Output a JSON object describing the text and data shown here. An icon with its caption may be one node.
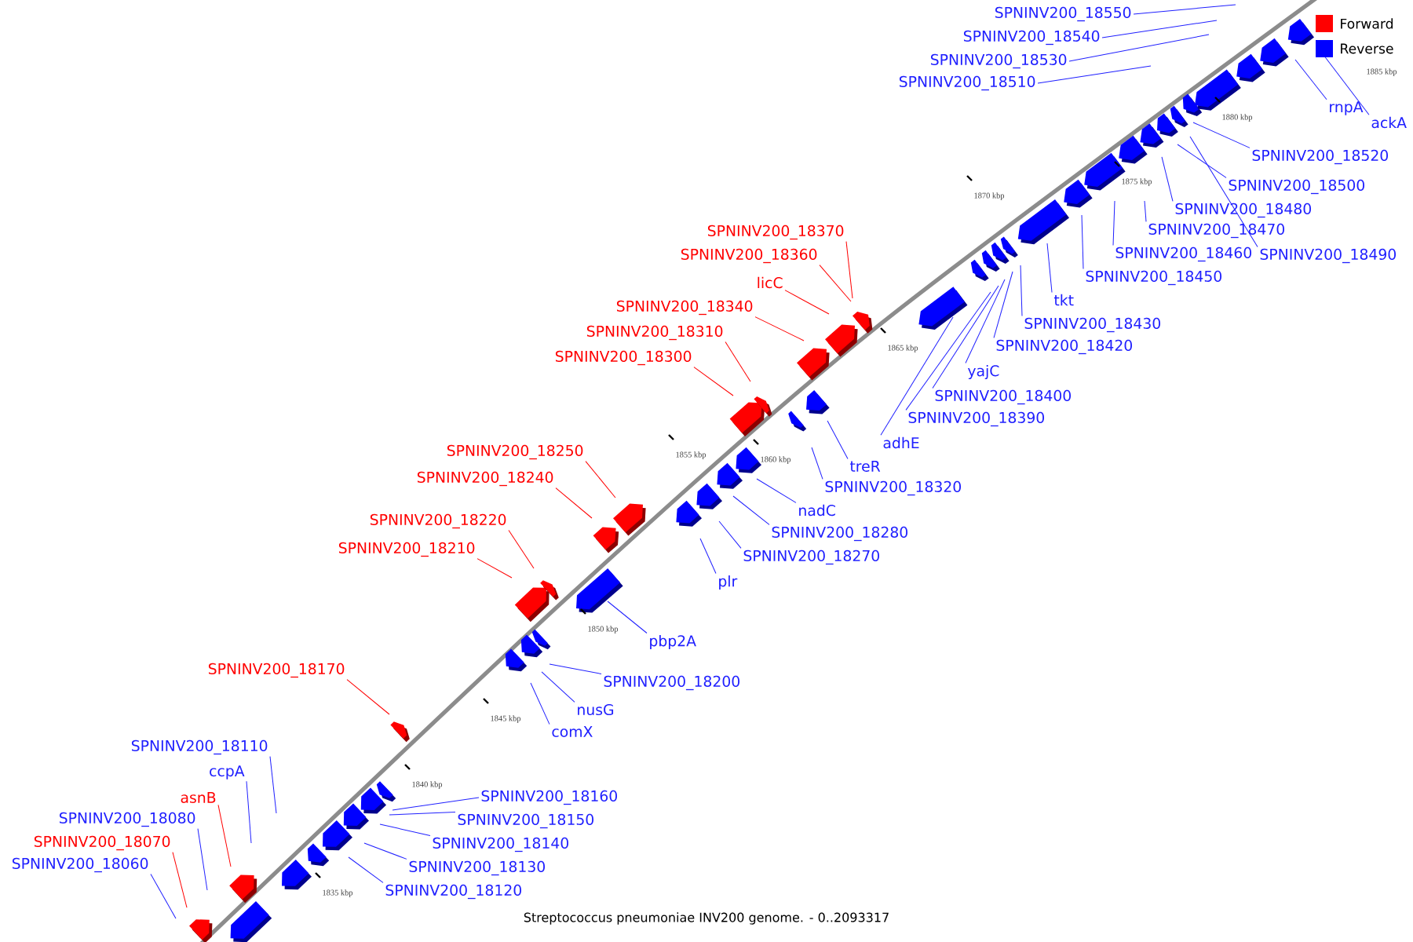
{
  "diagram": {
    "caption": "Streptococcus pneumoniae INV200 genome. - 0..2093317",
    "nodes": [
      {
        "text": [
          "SPNINV200_18550"
        ]
      },
      {
        "text": [
          "SPNINV200_18540"
        ]
      },
      {
        "text": [
          "SPNINV200_18530"
        ]
      },
      {
        "text": [
          "SPNINV200_18510"
        ]
      },
      {
        "text": [
          "rnpA"
        ]
      },
      {
        "text": [
          "ackA"
        ]
      },
      {
        "text": [
          "SPNINV200_18520"
        ]
      },
      {
        "text": [
          "SPNINV200_18500"
        ]
      },
      {
        "text": [
          "SPNINV200_18480"
        ]
      },
      {
        "text": [
          "SPNINV200_18370"
        ]
      },
      {
        "text": [
          "SPNINV200_18470"
        ]
      },
      {
        "text": [
          "SPNINV200_18460"
        ]
      },
      {
        "text": [
          "SPNINV200_18490"
        ]
      },
      {
        "text": [
          "SPNINV200_18360"
        ]
      },
      {
        "text": [
          "SPNINV200_18450"
        ]
      },
      {
        "text": [
          "licC"
        ]
      },
      {
        "text": [
          "tkt"
        ]
      },
      {
        "text": [
          "SPNINV200_18340"
        ]
      },
      {
        "text": [
          "SPNINV200_18430"
        ]
      },
      {
        "text": [
          "SPNINV200_18310"
        ]
      },
      {
        "text": [
          "SPNINV200_18420"
        ]
      },
      {
        "text": [
          "SPNINV200_18300"
        ]
      },
      {
        "text": [
          "yajC"
        ]
      },
      {
        "text": [
          "SPNINV200_18400"
        ]
      },
      {
        "text": [
          "SPNINV200_18390"
        ]
      },
      {
        "text": [
          "adhE"
        ]
      },
      {
        "text": [
          "SPNINV200_18250"
        ]
      },
      {
        "text": [
          "treR"
        ]
      },
      {
        "text": [
          "SPNINV200_18240"
        ]
      },
      {
        "text": [
          "SPNINV200_18320"
        ]
      },
      {
        "text": [
          "nadC"
        ]
      },
      {
        "text": [
          "SPNINV200_18220"
        ]
      },
      {
        "text": [
          "SPNINV200_18280"
        ]
      },
      {
        "text": [
          "SPNINV200_18210"
        ]
      },
      {
        "text": [
          "SPNINV200_18270"
        ]
      },
      {
        "text": [
          "plr"
        ]
      },
      {
        "text": [
          "pbp2A"
        ]
      },
      {
        "text": [
          "SPNINV200_18170"
        ]
      },
      {
        "text": [
          "SPNINV200_18200"
        ]
      },
      {
        "text": [
          "nusG"
        ]
      },
      {
        "text": [
          "comX"
        ]
      },
      {
        "text": [
          "SPNINV200_18110"
        ]
      },
      {
        "text": [
          "ccpA"
        ]
      },
      {
        "text": [
          "SPNINV200_18160"
        ]
      },
      {
        "text": [
          "asnB"
        ]
      },
      {
        "text": [
          "SPNINV200_18080"
        ]
      },
      {
        "text": [
          "SPNINV200_18150"
        ]
      },
      {
        "text": [
          "SPNINV200_18070"
        ]
      },
      {
        "text": [
          "SPNINV200_18140"
        ]
      },
      {
        "text": [
          "SPNINV200_18060"
        ]
      },
      {
        "text": [
          "SPNINV200_18130"
        ]
      },
      {
        "text": [
          "SPNINV200_18120"
        ]
      }
    ],
    "edges": [
      {
        "from": 0,
        "to": null,
        "arrow": "none"
      },
      {
        "from": 1,
        "to": null,
        "arrow": "none"
      },
      {
        "from": 2,
        "to": null,
        "arrow": "none"
      },
      {
        "from": 3,
        "to": null,
        "arrow": "none"
      },
      {
        "from": 4,
        "to": null,
        "arrow": "none"
      },
      {
        "from": 5,
        "to": null,
        "arrow": "none"
      },
      {
        "from": 6,
        "to": null,
        "arrow": "none"
      },
      {
        "from": 7,
        "to": null,
        "arrow": "none"
      },
      {
        "from": 8,
        "to": null,
        "arrow": "none"
      },
      {
        "from": 9,
        "to": null,
        "arrow": "none",
        "color": "#ff0000"
      },
      {
        "from": 10,
        "to": null,
        "arrow": "none"
      },
      {
        "from": 11,
        "to": null,
        "arrow": "none"
      },
      {
        "from": 12,
        "to": null,
        "arrow": "none"
      },
      {
        "from": 13,
        "to": null,
        "arrow": "none",
        "color": "#ff0000"
      },
      {
        "from": 14,
        "to": null,
        "arrow": "none"
      },
      {
        "from": 15,
        "to": null,
        "arrow": "none",
        "color": "#ff0000"
      },
      {
        "from": 16,
        "to": null,
        "arrow": "none"
      },
      {
        "from": 17,
        "to": null,
        "arrow": "none",
        "color": "#ff0000"
      },
      {
        "from": 18,
        "to": null,
        "arrow": "none"
      },
      {
        "from": 19,
        "to": null,
        "arrow": "none",
        "color": "#ff0000"
      },
      {
        "from": 20,
        "to": null,
        "arrow": "none"
      },
      {
        "from": 21,
        "to": null,
        "arrow": "none",
        "color": "#ff0000"
      },
      {
        "from": 22,
        "to": null,
        "arrow": "none"
      },
      {
        "from": 23,
        "to": null,
        "arrow": "none"
      },
      {
        "from": 24,
        "to": null,
        "arrow": "none"
      },
      {
        "from": 25,
        "to": null,
        "arrow": "none"
      },
      {
        "from": 26,
        "to": null,
        "arrow": "none",
        "color": "#ff0000"
      },
      {
        "from": 27,
        "to": null,
        "arrow": "none"
      },
      {
        "from": 28,
        "to": null,
        "arrow": "none",
        "color": "#ff0000"
      },
      {
        "from": 29,
        "to": null,
        "arrow": "none"
      },
      {
        "from": 30,
        "to": null,
        "arrow": "none"
      },
      {
        "from": 31,
        "to": null,
        "arrow": "none",
        "color": "#ff0000"
      },
      {
        "from": 32,
        "to": null,
        "arrow": "none"
      },
      {
        "from": 33,
        "to": null,
        "arrow": "none",
        "color": "#ff0000"
      },
      {
        "from": 34,
        "to": null,
        "arrow": "none"
      },
      {
        "from": 35,
        "to": null,
        "arrow": "none"
      },
      {
        "from": 36,
        "to": null,
        "arrow": "none"
      },
      {
        "from": 37,
        "to": null,
        "arrow": "none",
        "color": "#ff0000"
      },
      {
        "from": 38,
        "to": null,
        "arrow": "none"
      },
      {
        "from": 39,
        "to": null,
        "arrow": "none"
      },
      {
        "from": 40,
        "to": null,
        "arrow": "none"
      },
      {
        "from": 41,
        "to": null,
        "arrow": "none"
      },
      {
        "from": 42,
        "to": null,
        "arrow": "none"
      },
      {
        "from": 43,
        "to": null,
        "arrow": "none"
      },
      {
        "from": 44,
        "to": null,
        "arrow": "none",
        "color": "#ff0000"
      },
      {
        "from": 45,
        "to": null,
        "arrow": "none"
      },
      {
        "from": 46,
        "to": null,
        "arrow": "none"
      },
      {
        "from": 47,
        "to": null,
        "arrow": "none",
        "color": "#ff0000"
      },
      {
        "from": 48,
        "to": null,
        "arrow": "none"
      },
      {
        "from": 49,
        "to": null,
        "arrow": "none"
      },
      {
        "from": 50,
        "to": null,
        "arrow": "none"
      },
      {
        "from": 51,
        "to": null,
        "arrow": "none"
      }
    ],
    "labels": [
      "1885 kbp",
      "1880 kbp",
      "1875 kbp",
      "1870 kbp",
      "1865 kbp",
      "1860 kbp",
      "1855 kbp",
      "1850 kbp",
      "1845 kbp",
      "1840 kbp",
      "1835 kbp"
    ],
    "legend": [
      {
        "text": "Forward",
        "color": "#ff0000"
      },
      {
        "text": "Reverse",
        "color": "#0000ff"
      }
    ]
  }
}
